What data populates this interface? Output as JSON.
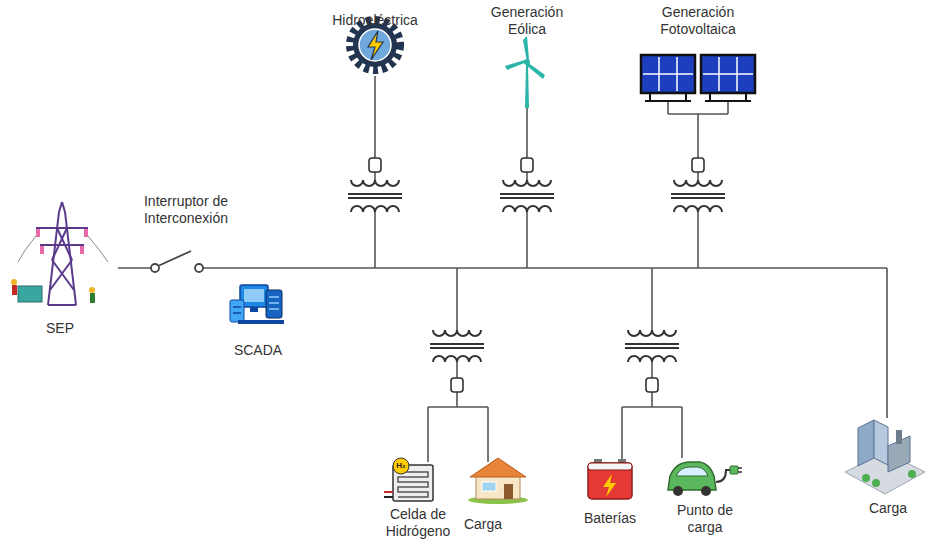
{
  "diagram": {
    "labels": [
      "Hidroeléctrica",
      "Generación Eólica",
      "Generación Fotovoltaica",
      "Interruptor de Interconexión",
      "SEP",
      "SCADA",
      "H₂",
      "Celda de Hidrógeno",
      "Carga",
      "Baterías",
      "Punto de carga",
      "Carga"
    ]
  }
}
